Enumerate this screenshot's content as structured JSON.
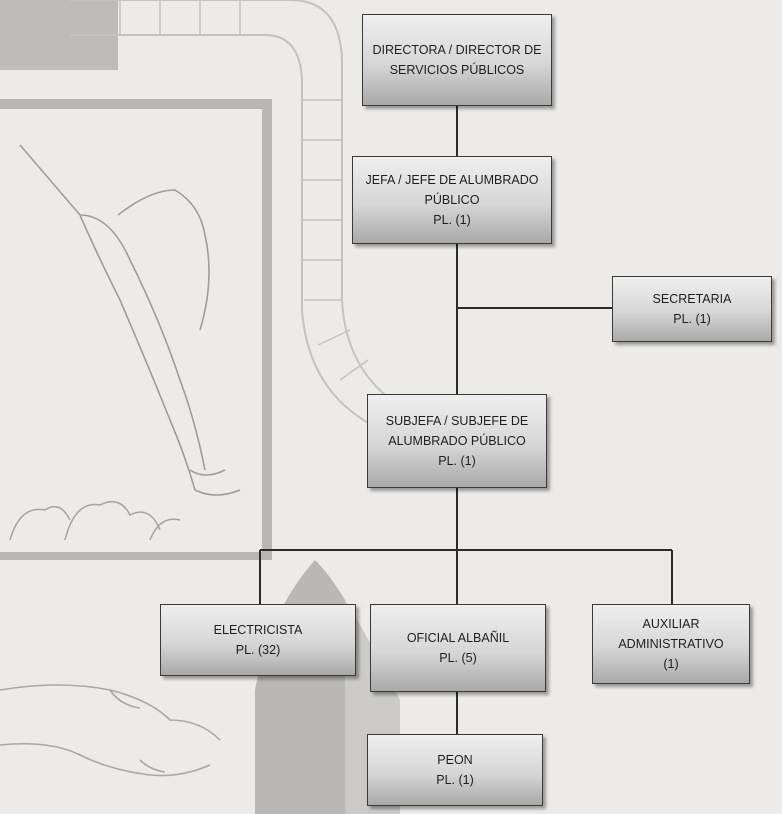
{
  "org_chart": {
    "director": {
      "line1": "DIRECTORA / DIRECTOR DE",
      "line2": "SERVICIOS PÚBLICOS"
    },
    "jefe": {
      "line1": "JEFA / JEFE DE ALUMBRADO",
      "line2": "PÚBLICO",
      "count": "PL. (1)"
    },
    "secretaria": {
      "line1": "SECRETARIA",
      "count": "PL. (1)"
    },
    "subjefe": {
      "line1": "SUBJEFA / SUBJEFE DE",
      "line2": "ALUMBRADO PÚBLICO",
      "count": "PL. (1)"
    },
    "electricista": {
      "line1": "ELECTRICISTA",
      "count": "PL. (32)"
    },
    "albanil": {
      "line1": "OFICIAL ALBAÑIL",
      "count": "PL. (5)"
    },
    "auxiliar": {
      "line1": "AUXILIAR",
      "line2": "ADMINISTRATIVO",
      "count": "(1)"
    },
    "peon": {
      "line1": "PEON",
      "count": "PL. (1)"
    }
  }
}
